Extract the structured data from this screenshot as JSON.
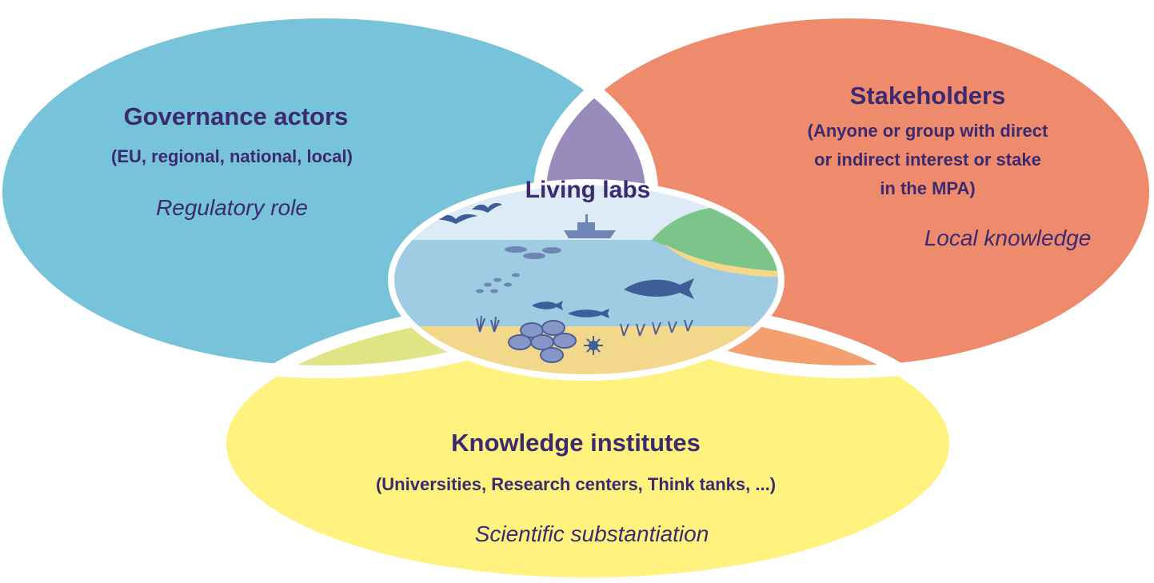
{
  "colors": {
    "governance": "#76c3da",
    "stakeholders": "#ef8b6d",
    "knowledge": "#fff27f",
    "gov_stake_overlap": "#9a8bbd",
    "gov_know_overlap": "#dfe485",
    "stake_know_overlap": "#f4a06e",
    "text": "#3b2a70",
    "sea": "#9fcbe3",
    "sky": "#dcebf6",
    "land": "#7cc58a",
    "sand": "#f3d78a"
  },
  "governance": {
    "title": "Governance actors",
    "subtitle": "(EU, regional, national, local)",
    "role": "Regulatory role"
  },
  "stakeholders": {
    "title": "Stakeholders",
    "subtitle_lines": [
      "(Anyone or group with direct",
      "or indirect interest or stake",
      "in the MPA)"
    ],
    "role": "Local knowledge"
  },
  "knowledge": {
    "title": "Knowledge institutes",
    "subtitle": "(Universities, Research centers, Think tanks, ...)",
    "role": "Scientific substantiation"
  },
  "center": {
    "title": "Living labs",
    "illustration": "marine-scene-icon"
  }
}
